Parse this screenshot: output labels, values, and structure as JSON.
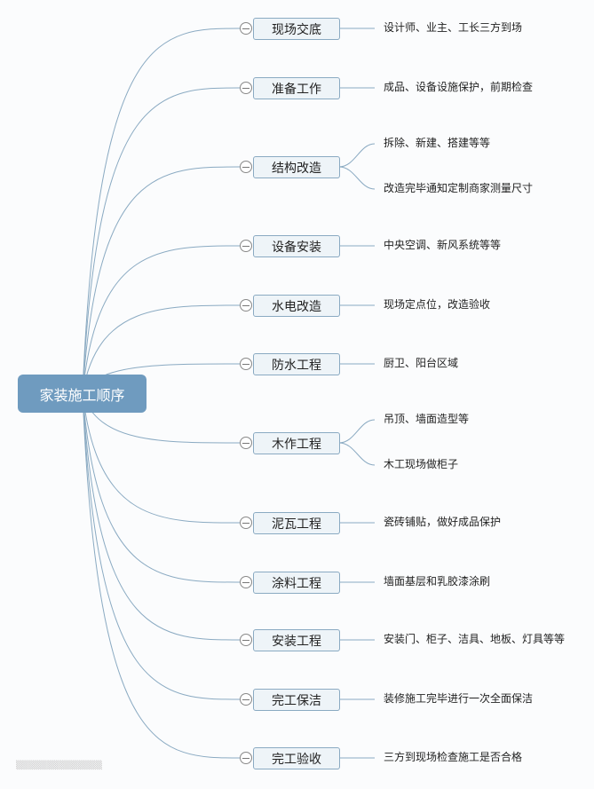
{
  "root": "家装施工顺序",
  "colors": {
    "root": "#6f9bbf",
    "line": "#8aaac2",
    "node_bg": "#eef4f8"
  },
  "branches": [
    {
      "label": "现场交底",
      "leaves": [
        "设计师、业主、工长三方到场"
      ]
    },
    {
      "label": "准备工作",
      "leaves": [
        "成品、设备设施保护，前期检查"
      ]
    },
    {
      "label": "结构改造",
      "leaves": [
        "拆除、新建、搭建等等",
        "改造完毕通知定制商家测量尺寸"
      ]
    },
    {
      "label": "设备安装",
      "leaves": [
        "中央空调、新风系统等等"
      ]
    },
    {
      "label": "水电改造",
      "leaves": [
        "现场定点位，改造验收"
      ]
    },
    {
      "label": "防水工程",
      "leaves": [
        "厨卫、阳台区域"
      ]
    },
    {
      "label": "木作工程",
      "leaves": [
        "吊顶、墙面造型等",
        "木工现场做柜子"
      ]
    },
    {
      "label": "泥瓦工程",
      "leaves": [
        "瓷砖铺贴，做好成品保护"
      ]
    },
    {
      "label": "涂料工程",
      "leaves": [
        "墙面基层和乳胶漆涂刷"
      ]
    },
    {
      "label": "安装工程",
      "leaves": [
        "安装门、柜子、洁具、地板、灯具等等"
      ]
    },
    {
      "label": "完工保洁",
      "leaves": [
        "装修施工完毕进行一次全面保洁"
      ]
    },
    {
      "label": "完工验收",
      "leaves": [
        "三方到现场检查施工是否合格"
      ]
    }
  ]
}
